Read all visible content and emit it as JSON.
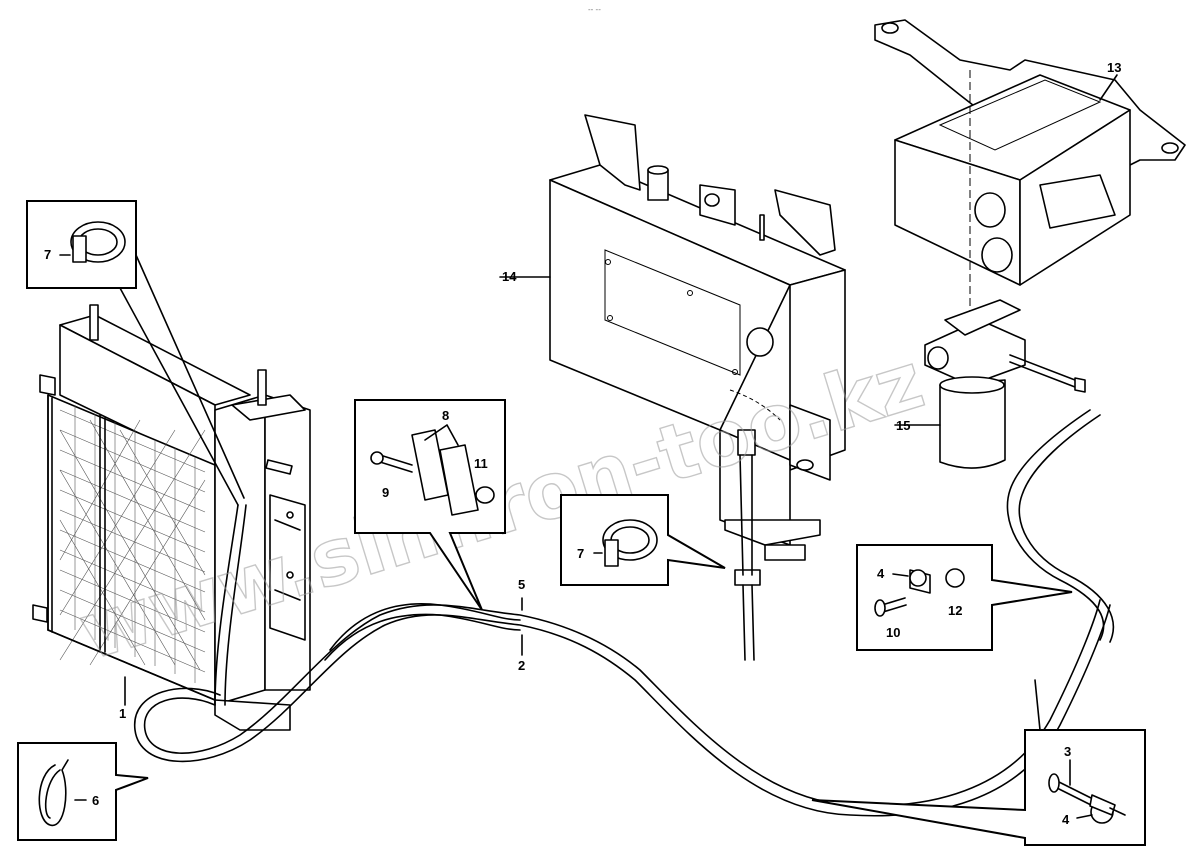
{
  "watermark": "www.sinhron-too.kz",
  "header_mark": "-- --",
  "callouts": [
    {
      "id": "c1",
      "label": "1"
    },
    {
      "id": "c2",
      "label": "2"
    },
    {
      "id": "c3",
      "label": "3"
    },
    {
      "id": "c4a",
      "label": "4"
    },
    {
      "id": "c4b",
      "label": "4"
    },
    {
      "id": "c5",
      "label": "5"
    },
    {
      "id": "c6",
      "label": "6"
    },
    {
      "id": "c7a",
      "label": "7"
    },
    {
      "id": "c7b",
      "label": "7"
    },
    {
      "id": "c8",
      "label": "8"
    },
    {
      "id": "c9",
      "label": "9"
    },
    {
      "id": "c10",
      "label": "10"
    },
    {
      "id": "c11",
      "label": "11"
    },
    {
      "id": "c12",
      "label": "12"
    },
    {
      "id": "c13",
      "label": "13"
    },
    {
      "id": "c14",
      "label": "14"
    },
    {
      "id": "c15",
      "label": "15"
    }
  ]
}
